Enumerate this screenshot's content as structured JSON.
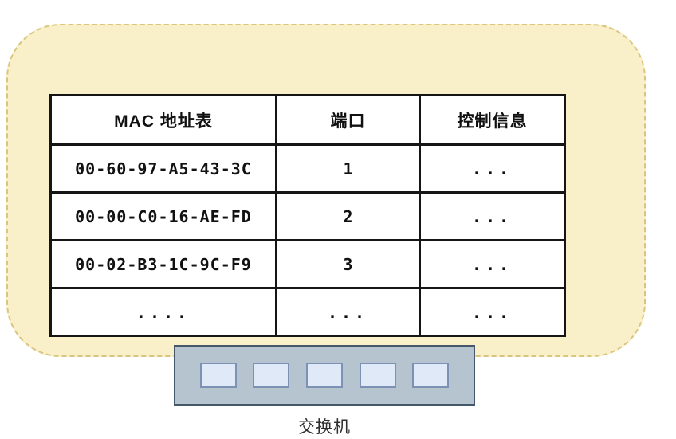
{
  "diagram": {
    "description_labels": {},
    "bubble": {
      "fill_color": "#F9EFC8",
      "border_color": "#D8C67F"
    }
  },
  "table": {
    "headers": [
      {
        "label": "MAC 地址表"
      },
      {
        "label": "端口"
      },
      {
        "label": "控制信息"
      }
    ],
    "rows": [
      {
        "mac": "00-60-97-A5-43-3C",
        "port": "1",
        "control": "..."
      },
      {
        "mac": "00-00-C0-16-AE-FD",
        "port": "2",
        "control": "..."
      },
      {
        "mac": "00-02-B3-1C-9C-F9",
        "port": "3",
        "control": "..."
      },
      {
        "mac": "....",
        "port": "...",
        "control": "..."
      }
    ],
    "border_color": "#151515"
  },
  "switch": {
    "label": "交换机",
    "port_count": 5,
    "body_color": "#B6C4CF",
    "body_border_color": "#44586A",
    "port_color": "#DFE9F8",
    "port_border_color": "#7C91B4"
  }
}
